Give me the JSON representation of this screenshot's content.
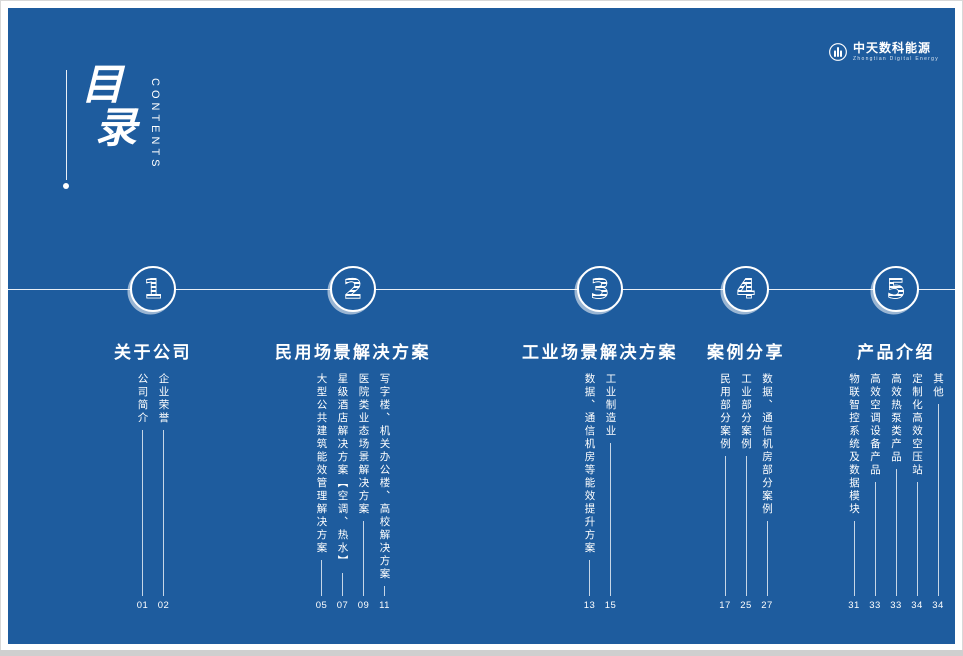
{
  "colors": {
    "background": "#1e5c9e",
    "foreground": "#ffffff",
    "frame": "#ffffff",
    "bottom_strip": "#cfcfcf"
  },
  "header": {
    "title": "目录",
    "title_chars": [
      "目",
      "录"
    ],
    "subtitle": "CONTENTS"
  },
  "logo": {
    "name": "中天数科能源",
    "tagline": "Zhongtian Digital Energy",
    "icon": "building-in-circle-icon"
  },
  "sections": [
    {
      "number": "1",
      "title": "关于公司",
      "items": [
        {
          "label": "公司简介",
          "page": "01"
        },
        {
          "label": "企业荣誉",
          "page": "02"
        }
      ]
    },
    {
      "number": "2",
      "title": "民用场景解决方案",
      "items": [
        {
          "label": "大型公共建筑能效管理解决方案",
          "page": "05"
        },
        {
          "label": "星级酒店解决方案【空调、热水】",
          "page": "07"
        },
        {
          "label": "医院类业态场景解决方案",
          "page": "09"
        },
        {
          "label": "写字楼、机关办公楼、高校解决方案",
          "page": "11"
        }
      ]
    },
    {
      "number": "3",
      "title": "工业场景解决方案",
      "items": [
        {
          "label": "数据、通信机房等能效提升方案",
          "page": "13"
        },
        {
          "label": "工业制造业",
          "page": "15"
        }
      ]
    },
    {
      "number": "4",
      "title": "案例分享",
      "items": [
        {
          "label": "民用部分案例",
          "page": "17"
        },
        {
          "label": "工业部分案例",
          "page": "25"
        },
        {
          "label": "数据、通信机房部分案例",
          "page": "27"
        }
      ]
    },
    {
      "number": "5",
      "title": "产品介绍",
      "items": [
        {
          "label": "物联智控系统及数据模块",
          "page": "31"
        },
        {
          "label": "高效空调设备产品",
          "page": "33"
        },
        {
          "label": "高效热泵类产品",
          "page": "33"
        },
        {
          "label": "定制化高效空压站",
          "page": "34"
        },
        {
          "label": "其他",
          "page": "34"
        }
      ]
    }
  ]
}
